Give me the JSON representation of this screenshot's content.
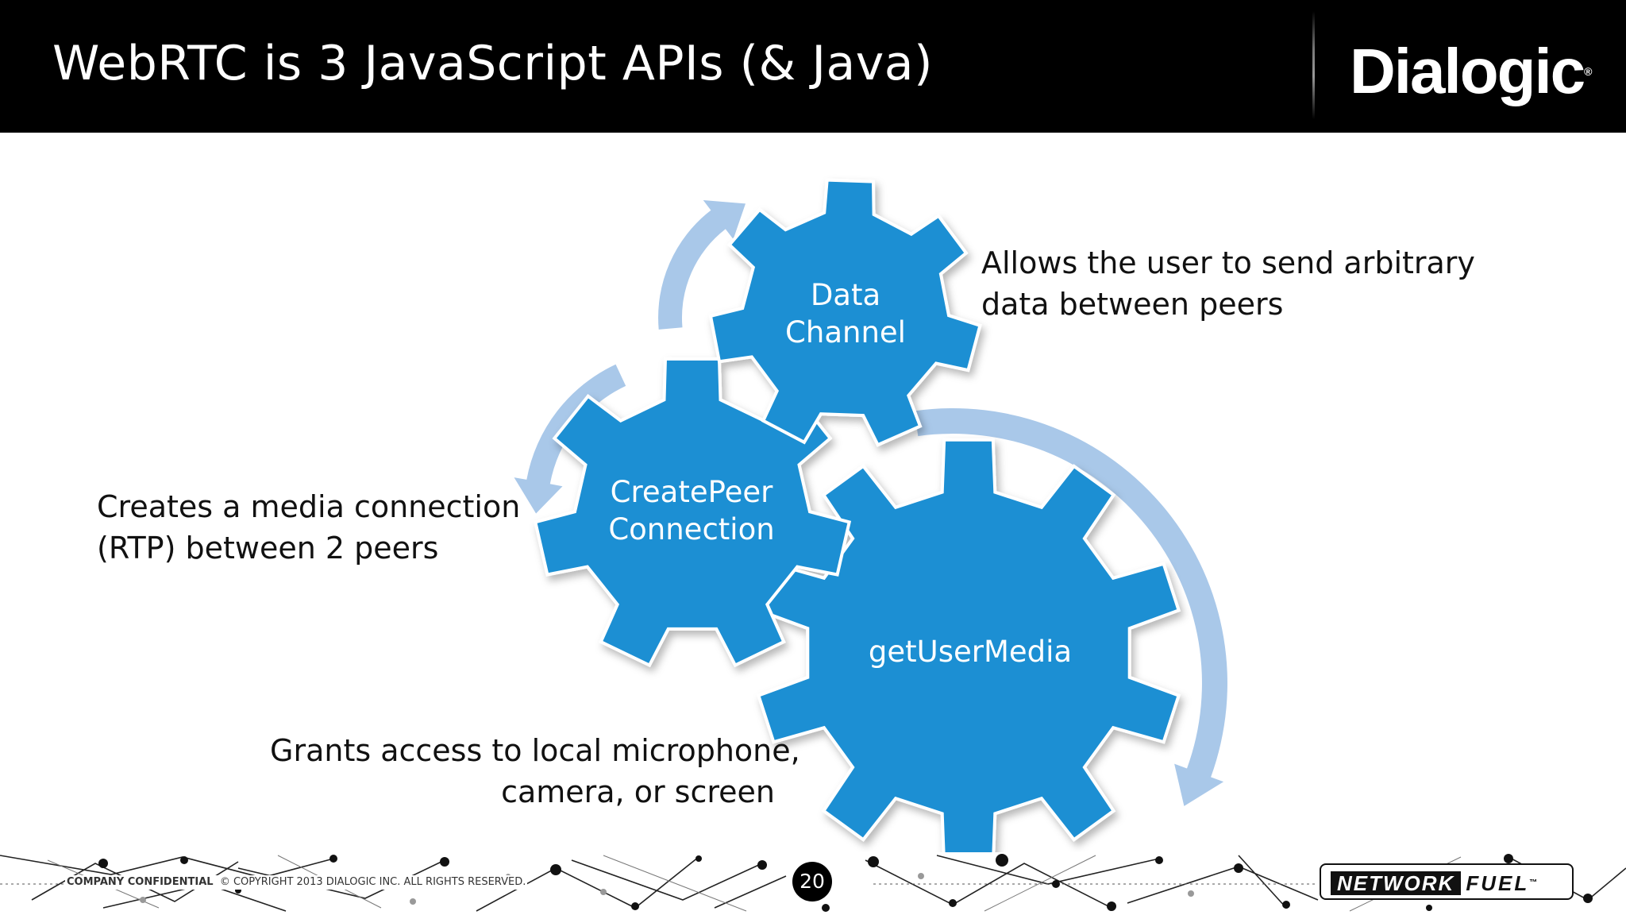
{
  "header": {
    "title": "WebRTC is 3 JavaScript APIs (& Java)",
    "logo_text": "Dialogic",
    "logo_mark": "®"
  },
  "diagram": {
    "gears": [
      {
        "label_lines": [
          "Data",
          "Channel"
        ]
      },
      {
        "label_lines": [
          "CreatePeer",
          "Connection"
        ]
      },
      {
        "label_lines": [
          "getUserMedia"
        ]
      }
    ],
    "captions": {
      "data_channel": [
        "Allows the user to send arbitrary",
        "data between peers"
      ],
      "peer_connection": [
        "Creates a media connection",
        "(RTP) between 2 peers"
      ],
      "get_user_media": [
        "Grants access to local microphone,",
        "camera, or screen"
      ]
    }
  },
  "footer": {
    "confidential": "COMPANY CONFIDENTIAL",
    "copyright": "© COPYRIGHT 2013 DIALOGIC INC.  ALL RIGHTS RESERVED.",
    "page_number": "20",
    "product_logo_part1": "NETWORK",
    "product_logo_part2": "FUEL",
    "product_logo_tm": "™"
  },
  "colors": {
    "header_background": "#000000",
    "gear_fill": "#1b8fd3",
    "arrow_fill": "#a9c8e9",
    "text": "#111111"
  }
}
